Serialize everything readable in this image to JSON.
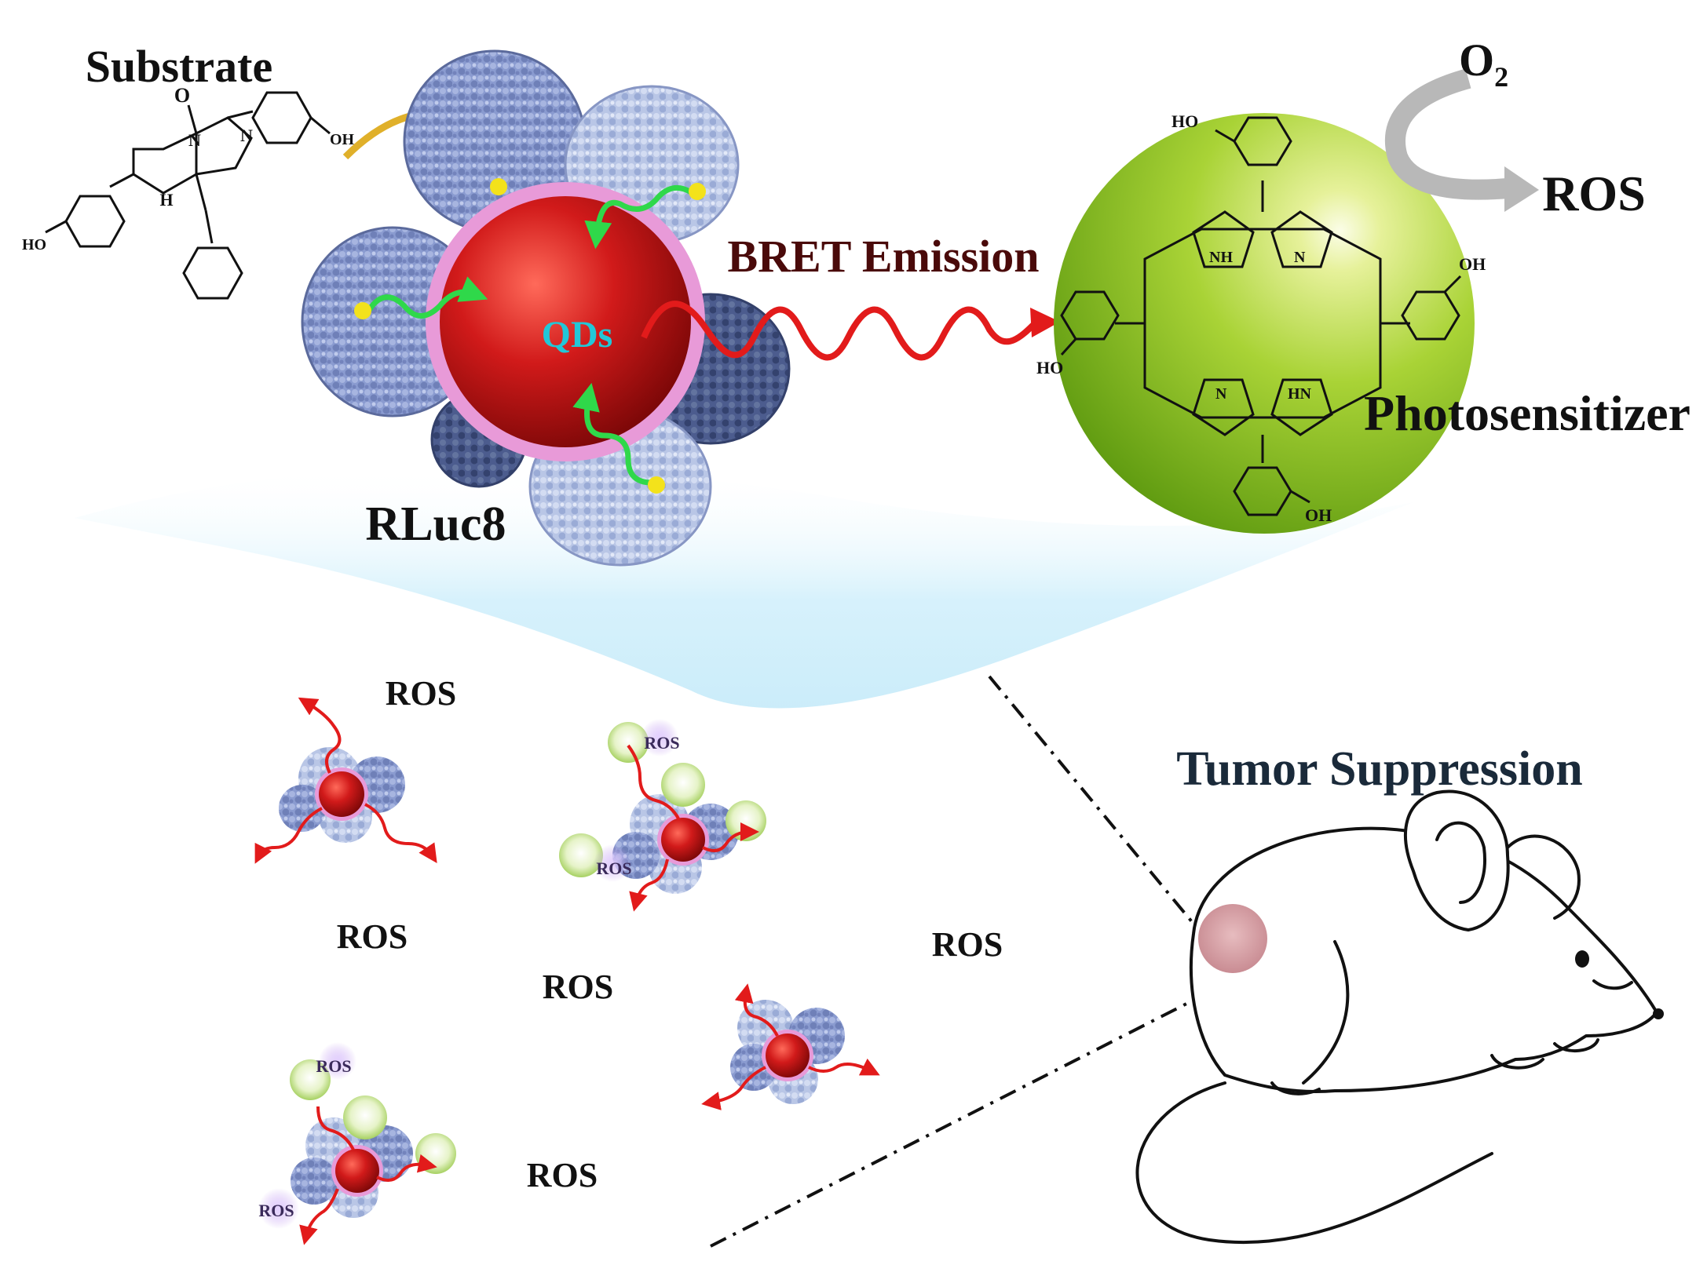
{
  "labels": {
    "substrate": "Substrate",
    "qds": "QDs",
    "rluc8": "RLuc8",
    "bret": "BRET Emission",
    "photosensitizer": "Photosensitizer",
    "o2_main": "O",
    "o2_sub": "2",
    "ros_product": "ROS",
    "tumor": "Tumor Suppression",
    "ros_free": [
      "ROS",
      "ROS",
      "ROS",
      "ROS",
      "ROS"
    ],
    "ros_small": [
      "ROS",
      "ROS",
      "ROS",
      "ROS"
    ],
    "chem_hydroxyl": [
      "OH",
      "HO"
    ],
    "chem_ring": [
      "O",
      "N",
      "N",
      "H"
    ],
    "porphyrin_hydroxyl": [
      "HO",
      "OH",
      "HO",
      "OH"
    ],
    "porphyrin_nitrogen": [
      "NH",
      "N",
      "N",
      "HN"
    ]
  },
  "colors": {
    "protein": "#8a9bd0",
    "protein_light": "#b9c6e6",
    "protein_dark": "#4c5c8e",
    "qd_red": "#d11a1a",
    "qd_shell": "#e89ad8",
    "qd_text": "#22c7d8",
    "bret_wave": "#e21b1b",
    "green_arrow": "#2fd84a",
    "yellow_dot": "#f3e21b",
    "sphere_green": "#9acc2a",
    "arrow_gray": "#b8b8b8",
    "beam": "#cdeefb",
    "tumor": "#d8a9ad",
    "ros_glow": "#c8a6f0",
    "substrate_arrow": "#e0b02a"
  },
  "icons": {
    "substrate_molecule": "coelenterazine-structure-icon",
    "porphyrin_molecule": "porphyrin-structure-icon",
    "mouse": "mouse-outline-icon",
    "nanoparticle": "qd-nanoparticle-icon"
  }
}
